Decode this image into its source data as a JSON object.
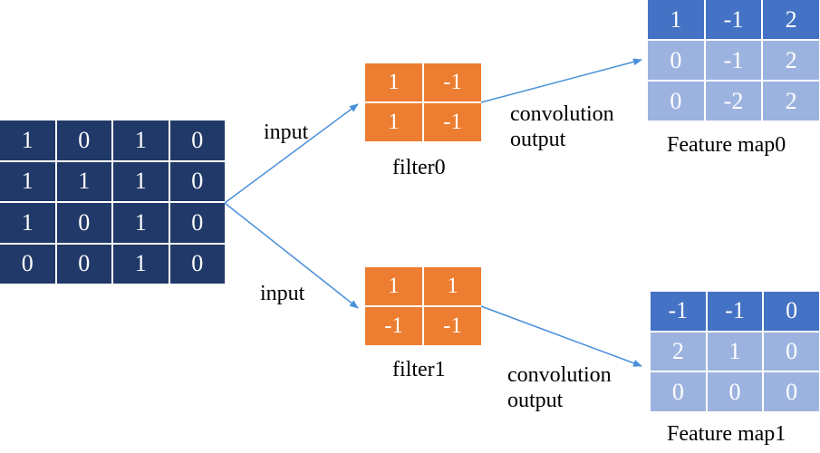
{
  "colors": {
    "input_cell": "#213968",
    "filter_cell": "#ed7d31",
    "feature_header_row": "#4472c4",
    "feature_cell": "#9db3df",
    "arrow": "#4a90d9"
  },
  "input_matrix": {
    "cells": [
      "1",
      "0",
      "1",
      "0",
      "1",
      "1",
      "1",
      "0",
      "1",
      "0",
      "1",
      "0",
      "0",
      "0",
      "1",
      "0"
    ]
  },
  "filter0": {
    "label": "filter0",
    "cells": [
      "1",
      "-1",
      "1",
      "-1"
    ]
  },
  "filter1": {
    "label": "filter1",
    "cells": [
      "1",
      "1",
      "-1",
      "-1"
    ]
  },
  "feature_map0": {
    "label": "Feature map0",
    "cells": [
      "1",
      "-1",
      "2",
      "0",
      "-1",
      "2",
      "0",
      "-2",
      "2"
    ]
  },
  "feature_map1": {
    "label": "Feature map1",
    "cells": [
      "-1",
      "-1",
      "0",
      "2",
      "1",
      "0",
      "0",
      "0",
      "0"
    ]
  },
  "edges": {
    "input_label_top": "input",
    "input_label_bottom": "input",
    "conv_label_top_line1": "convolution",
    "conv_label_top_line2": "output",
    "conv_label_bottom_line1": "convolution",
    "conv_label_bottom_line2": "output"
  }
}
